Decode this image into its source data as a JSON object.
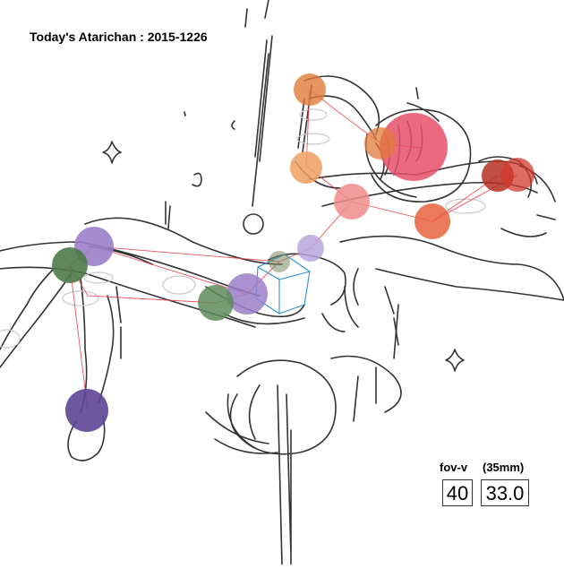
{
  "title": "Today's Atarichan : 2015-1226",
  "hud": {
    "fov_label": "fov-v",
    "lens_label": "(35mm)",
    "fov_value": "40",
    "lens_value": "33.0"
  },
  "colors": {
    "stroke": "#333333",
    "skeleton": "#e8434a",
    "cube": "#2b8fd6",
    "head": "#e8506a",
    "orange": "#e07b39",
    "red": "#d33a2c",
    "purple": "#9b7fc9",
    "dark_purple": "#5e4593",
    "green": "#5f8a5a",
    "pink": "#f08c8c"
  }
}
